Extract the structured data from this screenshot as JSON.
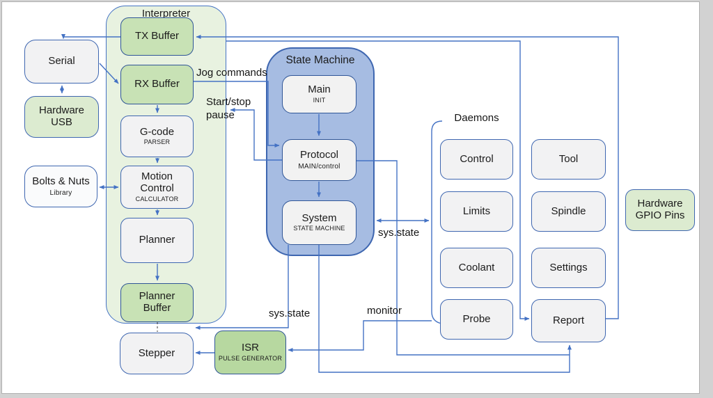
{
  "diagram": {
    "kind": "firmware architecture block diagram",
    "colors": {
      "line": "#4472c4",
      "green_box": "#c8e2b5",
      "light_green_box": "#dcebd0",
      "green_group": "#e8f2e0",
      "blue_group": "#a6bce2",
      "gray_box": "#f2f2f3"
    }
  },
  "groups": {
    "interpreter": {
      "label": "Interpreter"
    },
    "state_machine": {
      "label": "State Machine"
    },
    "daemons": {
      "label": "Daemons"
    }
  },
  "nodes": {
    "tx_buffer": {
      "label": "TX Buffer"
    },
    "rx_buffer": {
      "label": "RX Buffer"
    },
    "gcode": {
      "label": "G-code",
      "sub": "PARSER"
    },
    "motion_control": {
      "label": "Motion Control",
      "sub": "CALCULATOR"
    },
    "planner": {
      "label": "Planner"
    },
    "planner_buffer": {
      "label": "Planner Buffer"
    },
    "serial": {
      "label": "Serial"
    },
    "hardware_usb": {
      "label": "Hardware USB"
    },
    "bolts_nuts": {
      "label": "Bolts & Nuts",
      "sub": "Library"
    },
    "main": {
      "label": "Main",
      "sub": "INIT"
    },
    "protocol": {
      "label": "Protocol",
      "sub": "MAIN/control"
    },
    "system": {
      "label": "System",
      "sub": "STATE MACHINE"
    },
    "control": {
      "label": "Control"
    },
    "limits": {
      "label": "Limits"
    },
    "coolant": {
      "label": "Coolant"
    },
    "probe": {
      "label": "Probe"
    },
    "tool": {
      "label": "Tool"
    },
    "spindle": {
      "label": "Spindle"
    },
    "settings": {
      "label": "Settings"
    },
    "report": {
      "label": "Report"
    },
    "gpio": {
      "label": "Hardware GPIO Pins"
    },
    "stepper": {
      "label": "Stepper"
    },
    "isr": {
      "label": "ISR",
      "sub": "PULSE GENERATOR"
    }
  },
  "edge_labels": {
    "jog": "Jog commands",
    "start_stop_line1": "Start/stop",
    "start_stop_line2": "pause",
    "sys_state_left": "sys.state",
    "sys_state_right": "sys.state",
    "monitor": "monitor"
  }
}
